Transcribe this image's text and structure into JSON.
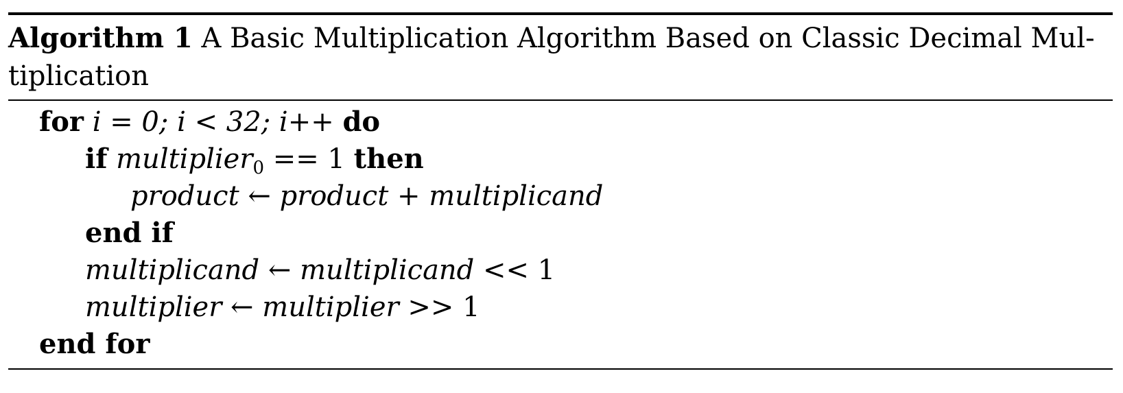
{
  "algorithm": {
    "label": "Algorithm 1",
    "title": "A Basic Multiplication Algorithm Based on Classic Decimal Mul-tiplication",
    "lines": {
      "l1": {
        "kw_for": "for",
        "loop": "i = 0; i < 32; i++",
        "kw_do": "do"
      },
      "l2": {
        "kw_if": "if",
        "var": "multiplier",
        "sub": "0",
        "cond": " == 1 ",
        "kw_then": "then"
      },
      "l3": {
        "lhs": "product",
        "arrow": " ← ",
        "rhs1": "product",
        "plus": " + ",
        "rhs2": "multiplicand"
      },
      "l4": {
        "kw": "end if"
      },
      "l5": {
        "lhs": "multiplicand",
        "arrow": " ← ",
        "rhs": "multiplicand",
        "op": " << 1"
      },
      "l6": {
        "lhs": "multiplier",
        "arrow": " ← ",
        "rhs": "multiplier",
        "op": " >> 1"
      },
      "l7": {
        "kw": "end for"
      }
    }
  }
}
